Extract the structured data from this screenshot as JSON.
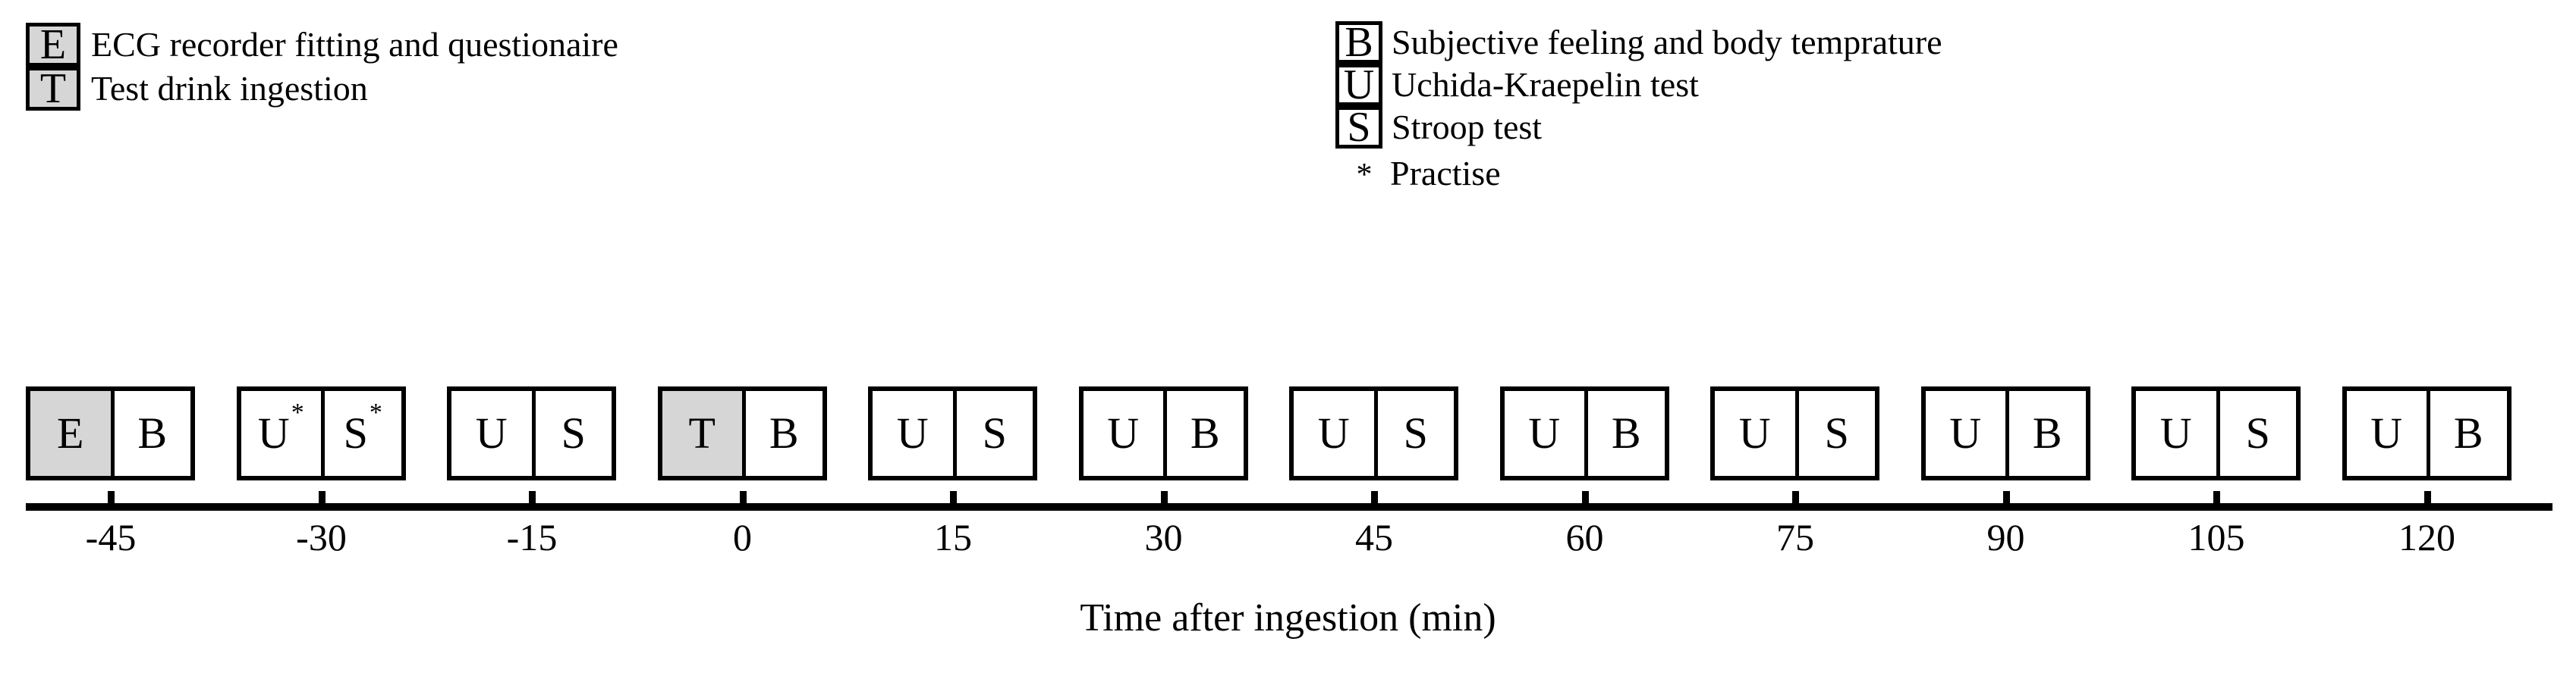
{
  "legend": {
    "left_items": [
      {
        "key": "E",
        "label": "ECG recorder fitting and questionaire",
        "shaded": true
      },
      {
        "key": "T",
        "label": "Test drink ingestion",
        "shaded": true
      }
    ],
    "right_items": [
      {
        "key": "B",
        "label": "Subjective feeling and body temprature",
        "shaded": false
      },
      {
        "key": "U",
        "label": "Uchida-Kraepelin test",
        "shaded": false
      },
      {
        "key": "S",
        "label": "Stroop test",
        "shaded": false
      }
    ],
    "footnote": {
      "marker": "*",
      "label": "Practise"
    }
  },
  "chart_data": {
    "type": "table",
    "title": "",
    "xlabel": "Time after ingestion (min)",
    "ylabel": "",
    "xlim": [
      -45,
      120
    ],
    "tick_step": 15,
    "tick_labels": [
      "-45",
      "-30",
      "-15",
      "0",
      "15",
      "30",
      "45",
      "60",
      "75",
      "90",
      "105",
      "120"
    ],
    "tick_values": [
      -45,
      -30,
      -15,
      0,
      15,
      30,
      45,
      60,
      75,
      90,
      105,
      120
    ],
    "grid": false,
    "legend_position": "top",
    "events": [
      {
        "time": -45,
        "cells": [
          {
            "key": "E",
            "sup": "",
            "shaded": true
          },
          {
            "key": "B",
            "sup": "",
            "shaded": false
          }
        ]
      },
      {
        "time": -30,
        "cells": [
          {
            "key": "U",
            "sup": "*",
            "shaded": false
          },
          {
            "key": "S",
            "sup": "*",
            "shaded": false
          }
        ]
      },
      {
        "time": -15,
        "cells": [
          {
            "key": "U",
            "sup": "",
            "shaded": false
          },
          {
            "key": "S",
            "sup": "",
            "shaded": false
          }
        ]
      },
      {
        "time": 0,
        "cells": [
          {
            "key": "T",
            "sup": "",
            "shaded": true
          },
          {
            "key": "B",
            "sup": "",
            "shaded": false
          }
        ]
      },
      {
        "time": 15,
        "cells": [
          {
            "key": "U",
            "sup": "",
            "shaded": false
          },
          {
            "key": "S",
            "sup": "",
            "shaded": false
          }
        ]
      },
      {
        "time": 30,
        "cells": [
          {
            "key": "U",
            "sup": "",
            "shaded": false
          },
          {
            "key": "B",
            "sup": "",
            "shaded": false
          }
        ]
      },
      {
        "time": 45,
        "cells": [
          {
            "key": "U",
            "sup": "",
            "shaded": false
          },
          {
            "key": "S",
            "sup": "",
            "shaded": false
          }
        ]
      },
      {
        "time": 60,
        "cells": [
          {
            "key": "U",
            "sup": "",
            "shaded": false
          },
          {
            "key": "B",
            "sup": "",
            "shaded": false
          }
        ]
      },
      {
        "time": 75,
        "cells": [
          {
            "key": "U",
            "sup": "",
            "shaded": false
          },
          {
            "key": "S",
            "sup": "",
            "shaded": false
          }
        ]
      },
      {
        "time": 90,
        "cells": [
          {
            "key": "U",
            "sup": "",
            "shaded": false
          },
          {
            "key": "B",
            "sup": "",
            "shaded": false
          }
        ]
      },
      {
        "time": 105,
        "cells": [
          {
            "key": "U",
            "sup": "",
            "shaded": false
          },
          {
            "key": "S",
            "sup": "",
            "shaded": false
          }
        ]
      },
      {
        "time": 120,
        "cells": [
          {
            "key": "U",
            "sup": "",
            "shaded": false
          },
          {
            "key": "B",
            "sup": "",
            "shaded": false
          }
        ]
      }
    ]
  },
  "colors": {
    "shaded_fill": "#d6d6d6",
    "stroke": "#000000",
    "background": "#ffffff"
  }
}
